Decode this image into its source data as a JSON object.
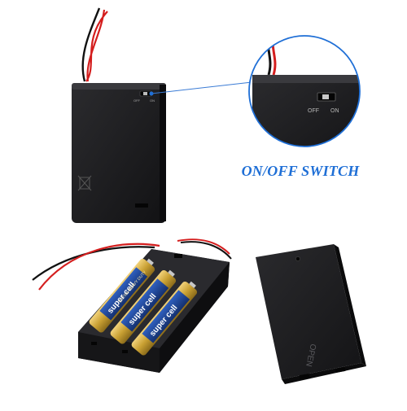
{
  "caption": "ON/OFF SWITCH",
  "switch_labels": {
    "off": "OFF",
    "on": "ON"
  },
  "lid_label": "OPEN",
  "battery_brand": "super cell",
  "battery_subtitle": "EXTRA HEAVY DUTY",
  "colors": {
    "caption": "#1f6fd6",
    "callout_line": "#3a7bd5",
    "case": "#1c1c1e",
    "wire_red": "#d41e1e",
    "wire_black": "#111111",
    "battery_gold": "#caa23a",
    "battery_blue": "#1d3f8f"
  }
}
